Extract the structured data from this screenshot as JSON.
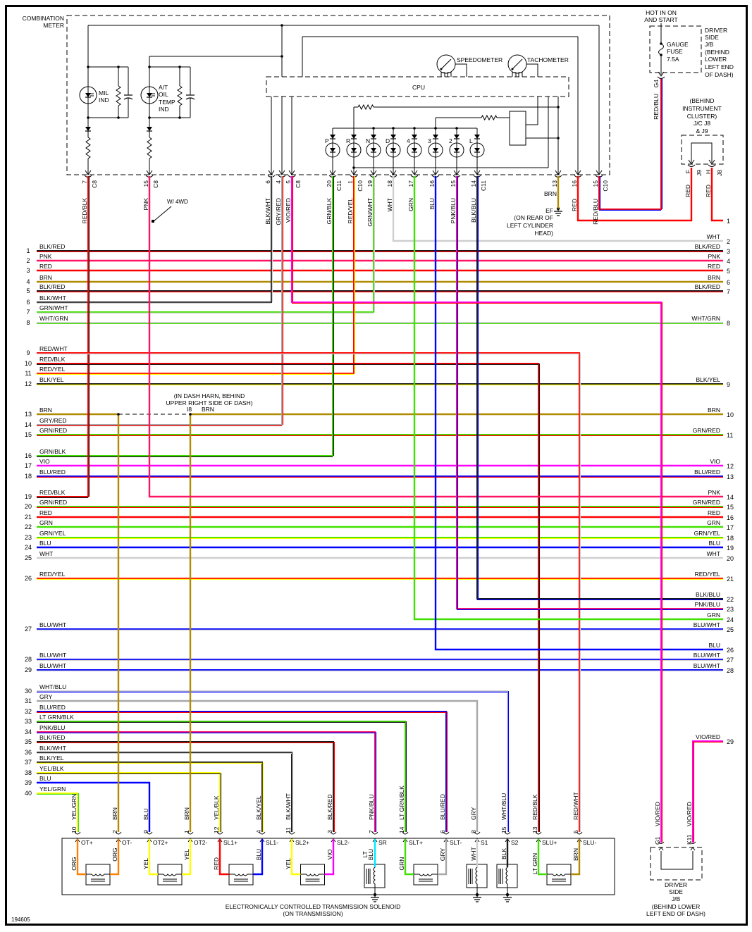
{
  "diagram_number": "194605",
  "wire_colors": {
    "BLK": "#1a1a1a",
    "RED": "#ff0000",
    "PNK": "#ff1464",
    "BRN": "#b08a00",
    "GRN": "#40e000",
    "LT GRN": "#40e000",
    "WHT": "#cfcfcf",
    "YEL": "#ffff00",
    "BLU": "#0000ff",
    "VIO": "#ff00ff",
    "GRY": "#a8a8a8",
    "ORG": "#ff8000",
    "LT BLU": "#00e8ff"
  },
  "combination_meter": {
    "title": [
      "COMBINATION",
      "METER"
    ],
    "cpu": "CPU",
    "speedometer": "SPEEDOMETER",
    "tachometer": "TACHOMETER",
    "mil_indicator": [
      "MIL",
      "IND"
    ],
    "at_oil_temp_indicator": [
      "A/T",
      "OIL",
      "TEMP",
      "IND"
    ],
    "shift_positions": [
      "P",
      "R",
      "N",
      "D",
      "4",
      "3",
      "2",
      "L"
    ],
    "annotation_4wd": "W/ 4WD",
    "pins": [
      {
        "pin": "7",
        "connector": "C8",
        "wire": "RED/BLK"
      },
      {
        "pin": "15",
        "connector": "C8",
        "wire": "PNK"
      },
      {
        "pin": "6",
        "connector": "",
        "wire": "BLK/WHT"
      },
      {
        "pin": "4",
        "connector": "",
        "wire": "GRY/RED"
      },
      {
        "pin": "5",
        "connector": "C8",
        "wire": "VIO/RED"
      },
      {
        "pin": "20",
        "connector": "C11",
        "wire": "GRN/BLK"
      },
      {
        "pin": "1",
        "connector": "C10",
        "wire": "RED/YEL"
      },
      {
        "pin": "19",
        "connector": "",
        "wire": "GRN/WHT"
      },
      {
        "pin": "18",
        "connector": "",
        "wire": "WHT"
      },
      {
        "pin": "17",
        "connector": "",
        "wire": "GRN"
      },
      {
        "pin": "16",
        "connector": "",
        "wire": "BLU"
      },
      {
        "pin": "15",
        "connector": "",
        "wire": "PNK/BLU"
      },
      {
        "pin": "14",
        "connector": "C11",
        "wire": "BLK/BLU"
      },
      {
        "pin": "13",
        "connector": "",
        "wire": "BRN"
      },
      {
        "pin": "16",
        "connector": "",
        "wire": "RED"
      },
      {
        "pin": "15",
        "connector": "C10",
        "wire": "RED/BLU"
      }
    ]
  },
  "ground_ef": {
    "label": "EF",
    "location": [
      "(ON REAR OF",
      "LEFT CYLINDER",
      "HEAD)"
    ]
  },
  "gauge_fuse_jb": {
    "power_note": [
      "HOT IN ON",
      "AND START"
    ],
    "fuse": [
      "GAUGE",
      "FUSE",
      "7.5A"
    ],
    "location": [
      "DRIVER",
      "SIDE",
      "J/B",
      "(BEHIND",
      "LOWER",
      "LEFT END",
      "OF DASH)"
    ],
    "pin": "G4",
    "wire": "RED/BLU"
  },
  "junction_connector": {
    "location": [
      "(BEHIND",
      "INSTRUMENT",
      "CLUSTER)",
      "J/C J8",
      "& J9"
    ],
    "pins": [
      {
        "pin": "F",
        "connector": "J9",
        "wire": "RED"
      },
      {
        "pin": "H",
        "connector": "J8",
        "wire": "RED"
      }
    ]
  },
  "splice_i8": {
    "location": [
      "(IN DASH HARN, BEHIND",
      "UPPER RIGHT SIDE OF DASH)"
    ],
    "connector": "I8",
    "wire": "BRN"
  },
  "harness_left": [
    {
      "num": "1",
      "wire": "BLK/RED"
    },
    {
      "num": "2",
      "wire": "PNK"
    },
    {
      "num": "3",
      "wire": "RED"
    },
    {
      "num": "4",
      "wire": "BRN"
    },
    {
      "num": "5",
      "wire": "BLK/RED"
    },
    {
      "num": "6",
      "wire": "BLK/WHT"
    },
    {
      "num": "7",
      "wire": "GRN/WHT"
    },
    {
      "num": "8",
      "wire": "WHT/GRN"
    },
    {
      "num": "9",
      "wire": "RED/WHT"
    },
    {
      "num": "10",
      "wire": "RED/BLK"
    },
    {
      "num": "11",
      "wire": "RED/YEL"
    },
    {
      "num": "12",
      "wire": "BLK/YEL"
    },
    {
      "num": "13",
      "wire": "BRN"
    },
    {
      "num": "14",
      "wire": "GRY/RED"
    },
    {
      "num": "15",
      "wire": "GRN/RED"
    },
    {
      "num": "16",
      "wire": "GRN/BLK"
    },
    {
      "num": "17",
      "wire": "VIO"
    },
    {
      "num": "18",
      "wire": "BLU/RED"
    },
    {
      "num": "19",
      "wire": "RED/BLK"
    },
    {
      "num": "20",
      "wire": "GRN/RED"
    },
    {
      "num": "21",
      "wire": "RED"
    },
    {
      "num": "22",
      "wire": "GRN"
    },
    {
      "num": "23",
      "wire": "GRN/YEL"
    },
    {
      "num": "24",
      "wire": "BLU"
    },
    {
      "num": "25",
      "wire": "WHT"
    },
    {
      "num": "26",
      "wire": "RED/YEL"
    },
    {
      "num": "27",
      "wire": "BLU/WHT"
    },
    {
      "num": "28",
      "wire": "BLU/WHT"
    },
    {
      "num": "29",
      "wire": "BLU/WHT"
    },
    {
      "num": "30",
      "wire": "WHT/BLU"
    },
    {
      "num": "31",
      "wire": "GRY"
    },
    {
      "num": "32",
      "wire": "BLU/RED"
    },
    {
      "num": "33",
      "wire": "LT GRN/BLK"
    },
    {
      "num": "34",
      "wire": "PNK/BLU"
    },
    {
      "num": "35",
      "wire": "BLK/RED"
    },
    {
      "num": "36",
      "wire": "BLK/WHT"
    },
    {
      "num": "37",
      "wire": "BLK/YEL"
    },
    {
      "num": "38",
      "wire": "YEL/BLK"
    },
    {
      "num": "39",
      "wire": "BLU"
    },
    {
      "num": "40",
      "wire": "YEL/GRN"
    }
  ],
  "harness_right": [
    {
      "num": "1",
      "wire": ""
    },
    {
      "num": "2",
      "wire": "WHT"
    },
    {
      "num": "3",
      "wire": "BLK/RED"
    },
    {
      "num": "4",
      "wire": "PNK"
    },
    {
      "num": "5",
      "wire": "RED"
    },
    {
      "num": "6",
      "wire": "BRN"
    },
    {
      "num": "7",
      "wire": "BLK/RED"
    },
    {
      "num": "8",
      "wire": "WHT/GRN"
    },
    {
      "num": "9",
      "wire": "BLK/YEL"
    },
    {
      "num": "10",
      "wire": "BRN"
    },
    {
      "num": "11",
      "wire": "GRN/RED"
    },
    {
      "num": "12",
      "wire": "VIO"
    },
    {
      "num": "13",
      "wire": "BLU/RED"
    },
    {
      "num": "14",
      "wire": "PNK"
    },
    {
      "num": "15",
      "wire": "GRN/RED"
    },
    {
      "num": "16",
      "wire": "RED"
    },
    {
      "num": "17",
      "wire": "GRN"
    },
    {
      "num": "18",
      "wire": "GRN/YEL"
    },
    {
      "num": "19",
      "wire": "BLU"
    },
    {
      "num": "20",
      "wire": "WHT"
    },
    {
      "num": "21",
      "wire": "RED/YEL"
    },
    {
      "num": "22",
      "wire": "BLK/BLU"
    },
    {
      "num": "23",
      "wire": "PNK/BLU"
    },
    {
      "num": "24",
      "wire": "GRN"
    },
    {
      "num": "25",
      "wire": "BLU/WHT"
    },
    {
      "num": "26",
      "wire": "BLU"
    },
    {
      "num": "27",
      "wire": "BLU/WHT"
    },
    {
      "num": "28",
      "wire": "BLU/WHT"
    },
    {
      "num": "29",
      "wire": "VIO/RED"
    }
  ],
  "solenoid": {
    "title": "ELECTRONICALLY CONTROLLED TRANSMISSION SOLENOID",
    "subtitle": "(ON TRANSMISSION)",
    "pins": [
      {
        "pin": "10",
        "terminal": "OT+",
        "harness_wire": "YEL/GRN",
        "internal_wire": "ORG"
      },
      {
        "pin": "2",
        "terminal": "OT-",
        "harness_wire": "BRN",
        "internal_wire": "ORG"
      },
      {
        "pin": "9",
        "terminal": "OT2+",
        "harness_wire": "BLU",
        "internal_wire": "YEL"
      },
      {
        "pin": "1",
        "terminal": "OT2-",
        "harness_wire": "BRN",
        "internal_wire": "YEL"
      },
      {
        "pin": "12",
        "terminal": "SL1+",
        "harness_wire": "YEL/BLK",
        "internal_wire": "RED"
      },
      {
        "pin": "4",
        "terminal": "SL1-",
        "harness_wire": "BLK/YEL",
        "internal_wire": "BLU"
      },
      {
        "pin": "11",
        "terminal": "SL2+",
        "harness_wire": "BLK/WHT",
        "internal_wire": "YEL"
      },
      {
        "pin": "3",
        "terminal": "SL2-",
        "harness_wire": "BLK/RED",
        "internal_wire": "VIO"
      },
      {
        "pin": "7",
        "terminal": "SR",
        "harness_wire": "PNK/BLU",
        "internal_wire": "LT BLU"
      },
      {
        "pin": "14",
        "terminal": "SLT+",
        "harness_wire": "LT GRN/BLK",
        "internal_wire": "GRN"
      },
      {
        "pin": "6",
        "terminal": "SLT-",
        "harness_wire": "BLU/RED",
        "internal_wire": "GRY"
      },
      {
        "pin": "8",
        "terminal": "S1",
        "harness_wire": "GRY",
        "internal_wire": "WHT"
      },
      {
        "pin": "15",
        "terminal": "S2",
        "harness_wire": "WHT/BLU",
        "internal_wire": "BLK"
      },
      {
        "pin": "13",
        "terminal": "SLU+",
        "harness_wire": "RED/BLK",
        "internal_wire": "LT GRN"
      },
      {
        "pin": "5",
        "terminal": "SLU-",
        "harness_wire": "RED/WHT",
        "internal_wire": "BRN"
      }
    ]
  },
  "driver_jb_bottom": {
    "location": [
      "DRIVER",
      "SIDE",
      "J/B",
      "(BEHIND LOWER",
      "LEFT END OF DASH)"
    ],
    "pins": [
      {
        "pin": "G1",
        "wire": "VIO/RED"
      },
      {
        "pin": "K11",
        "wire": "VIO/RED"
      }
    ]
  }
}
